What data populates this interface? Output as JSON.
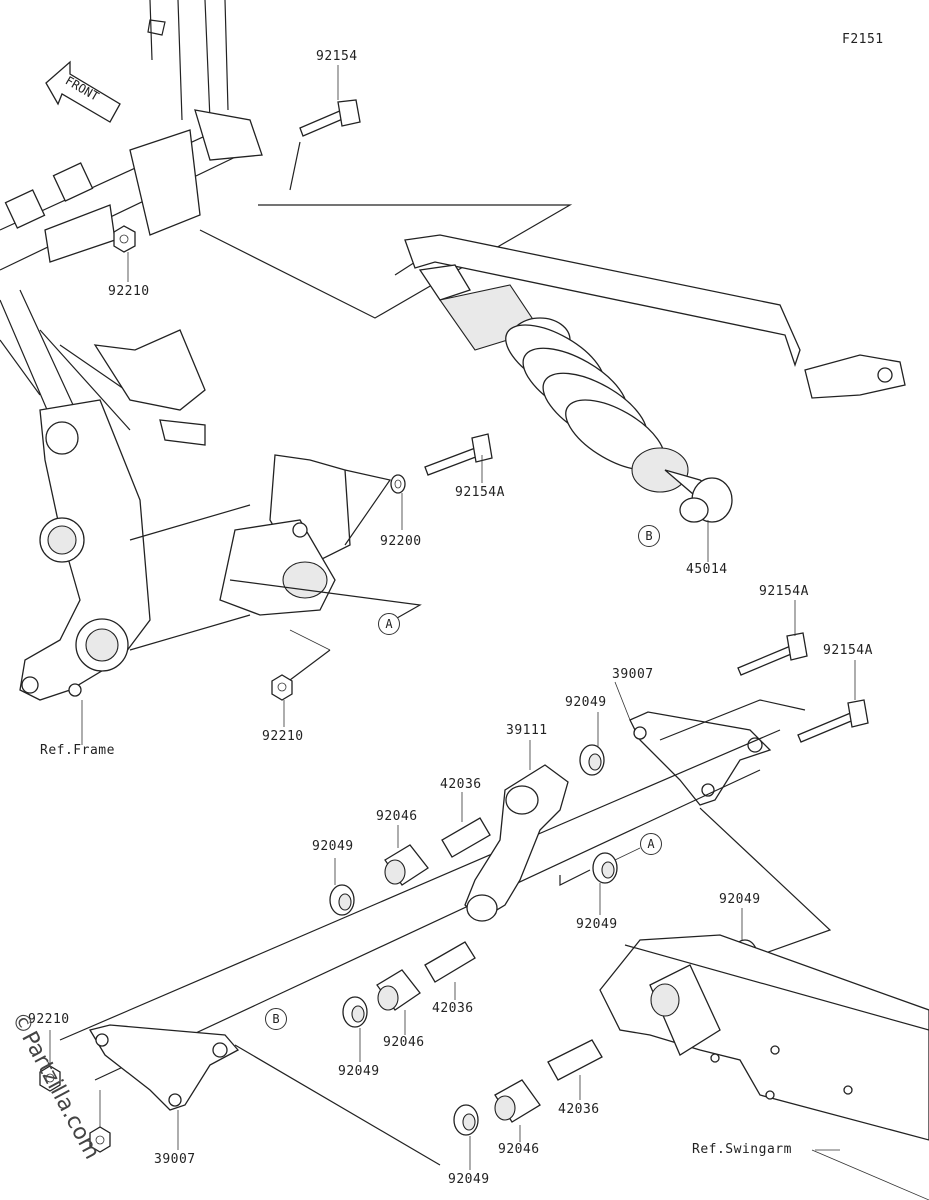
{
  "figure_code": "F2151",
  "front_label": "FRONT",
  "refs": {
    "frame": "Ref.Frame",
    "swingarm": "Ref.Swingarm"
  },
  "markers": {
    "a": "A",
    "b": "B"
  },
  "parts": {
    "bolt_top": "92154",
    "nut_top": "92210",
    "bolt_mid": "92154A",
    "washer_mid": "92200",
    "shock": "45014",
    "nut_frame": "92210",
    "bolt_right_upper": "92154A",
    "bolt_right": "92154A",
    "rod_right": "39007",
    "collar_top": "92049",
    "arm": "39111",
    "sleeve_upper": "42036",
    "bearing_upper": "92046",
    "collar_left": "92049",
    "collar_center": "92049",
    "collar_right": "92049",
    "sleeve_mid": "42036",
    "collar_low": "92049",
    "bearing_mid": "92046",
    "sleeve_low": "42036",
    "bearing_low": "92046",
    "collar_bottom": "92049",
    "nut_left": "92210",
    "rod_left": "39007"
  },
  "watermark": "©Partzilla.com"
}
